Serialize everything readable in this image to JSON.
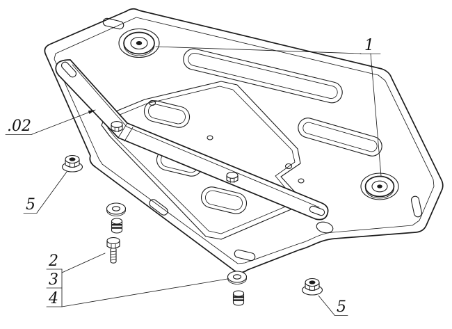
{
  "drawing": {
    "background_color": "#ffffff",
    "line_color": "#1c1c1c",
    "callouts": {
      "top_washers": "1",
      "bracket": ".02",
      "nut_left": "5",
      "bolt": "2",
      "washer": "3",
      "bushing": "4",
      "nut_right": "5"
    }
  }
}
